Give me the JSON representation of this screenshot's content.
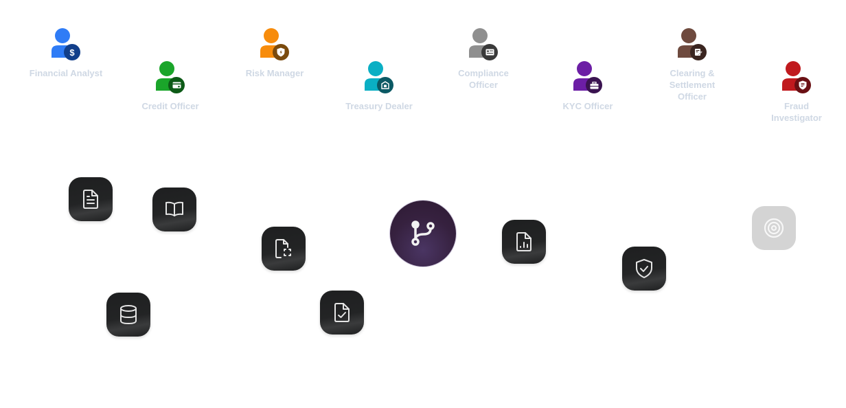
{
  "personas": [
    {
      "name": "Financial Analyst",
      "color": "#2f7cf6",
      "badge_color": "#123f8a",
      "badge_icon": "dollar-icon"
    },
    {
      "name": "Credit Officer",
      "color": "#1aa52a",
      "badge_color": "#0d5a17",
      "badge_icon": "credit-card-icon"
    },
    {
      "name": "Risk Manager",
      "color": "#f78c0c",
      "badge_color": "#7a4a0d",
      "badge_icon": "shield-bolt-icon"
    },
    {
      "name": "Treasury Dealer",
      "color": "#0aafc4",
      "badge_color": "#0b5964",
      "badge_icon": "bank-icon"
    },
    {
      "name": "Compliance Officer",
      "color": "#8f8f8f",
      "badge_color": "#3a3a3a",
      "badge_icon": "id-card-icon"
    },
    {
      "name": "KYC Officer",
      "color": "#6c1ea5",
      "badge_color": "#3a1350",
      "badge_icon": "briefcase-icon"
    },
    {
      "name": "Clearing & Settlement Officer",
      "color": "#6e4a3e",
      "badge_color": "#3a2520",
      "badge_icon": "edit-doc-icon"
    },
    {
      "name": "Fraud Investigator",
      "color": "#c01a1e",
      "badge_color": "#6a1014",
      "badge_icon": "shield-doc-icon"
    }
  ],
  "tools": [
    {
      "name": "document",
      "icon": "file-text-icon"
    },
    {
      "name": "knowledge-base",
      "icon": "book-open-icon"
    },
    {
      "name": "document-scan",
      "icon": "file-scan-icon"
    },
    {
      "name": "report",
      "icon": "file-chart-icon"
    },
    {
      "name": "security",
      "icon": "shield-check-icon"
    },
    {
      "name": "target",
      "icon": "target-icon",
      "state": "muted"
    },
    {
      "name": "database",
      "icon": "database-icon"
    },
    {
      "name": "approval",
      "icon": "file-check-icon"
    }
  ],
  "hub": {
    "name": "workflow-router",
    "icon": "git-branch-icon"
  }
}
